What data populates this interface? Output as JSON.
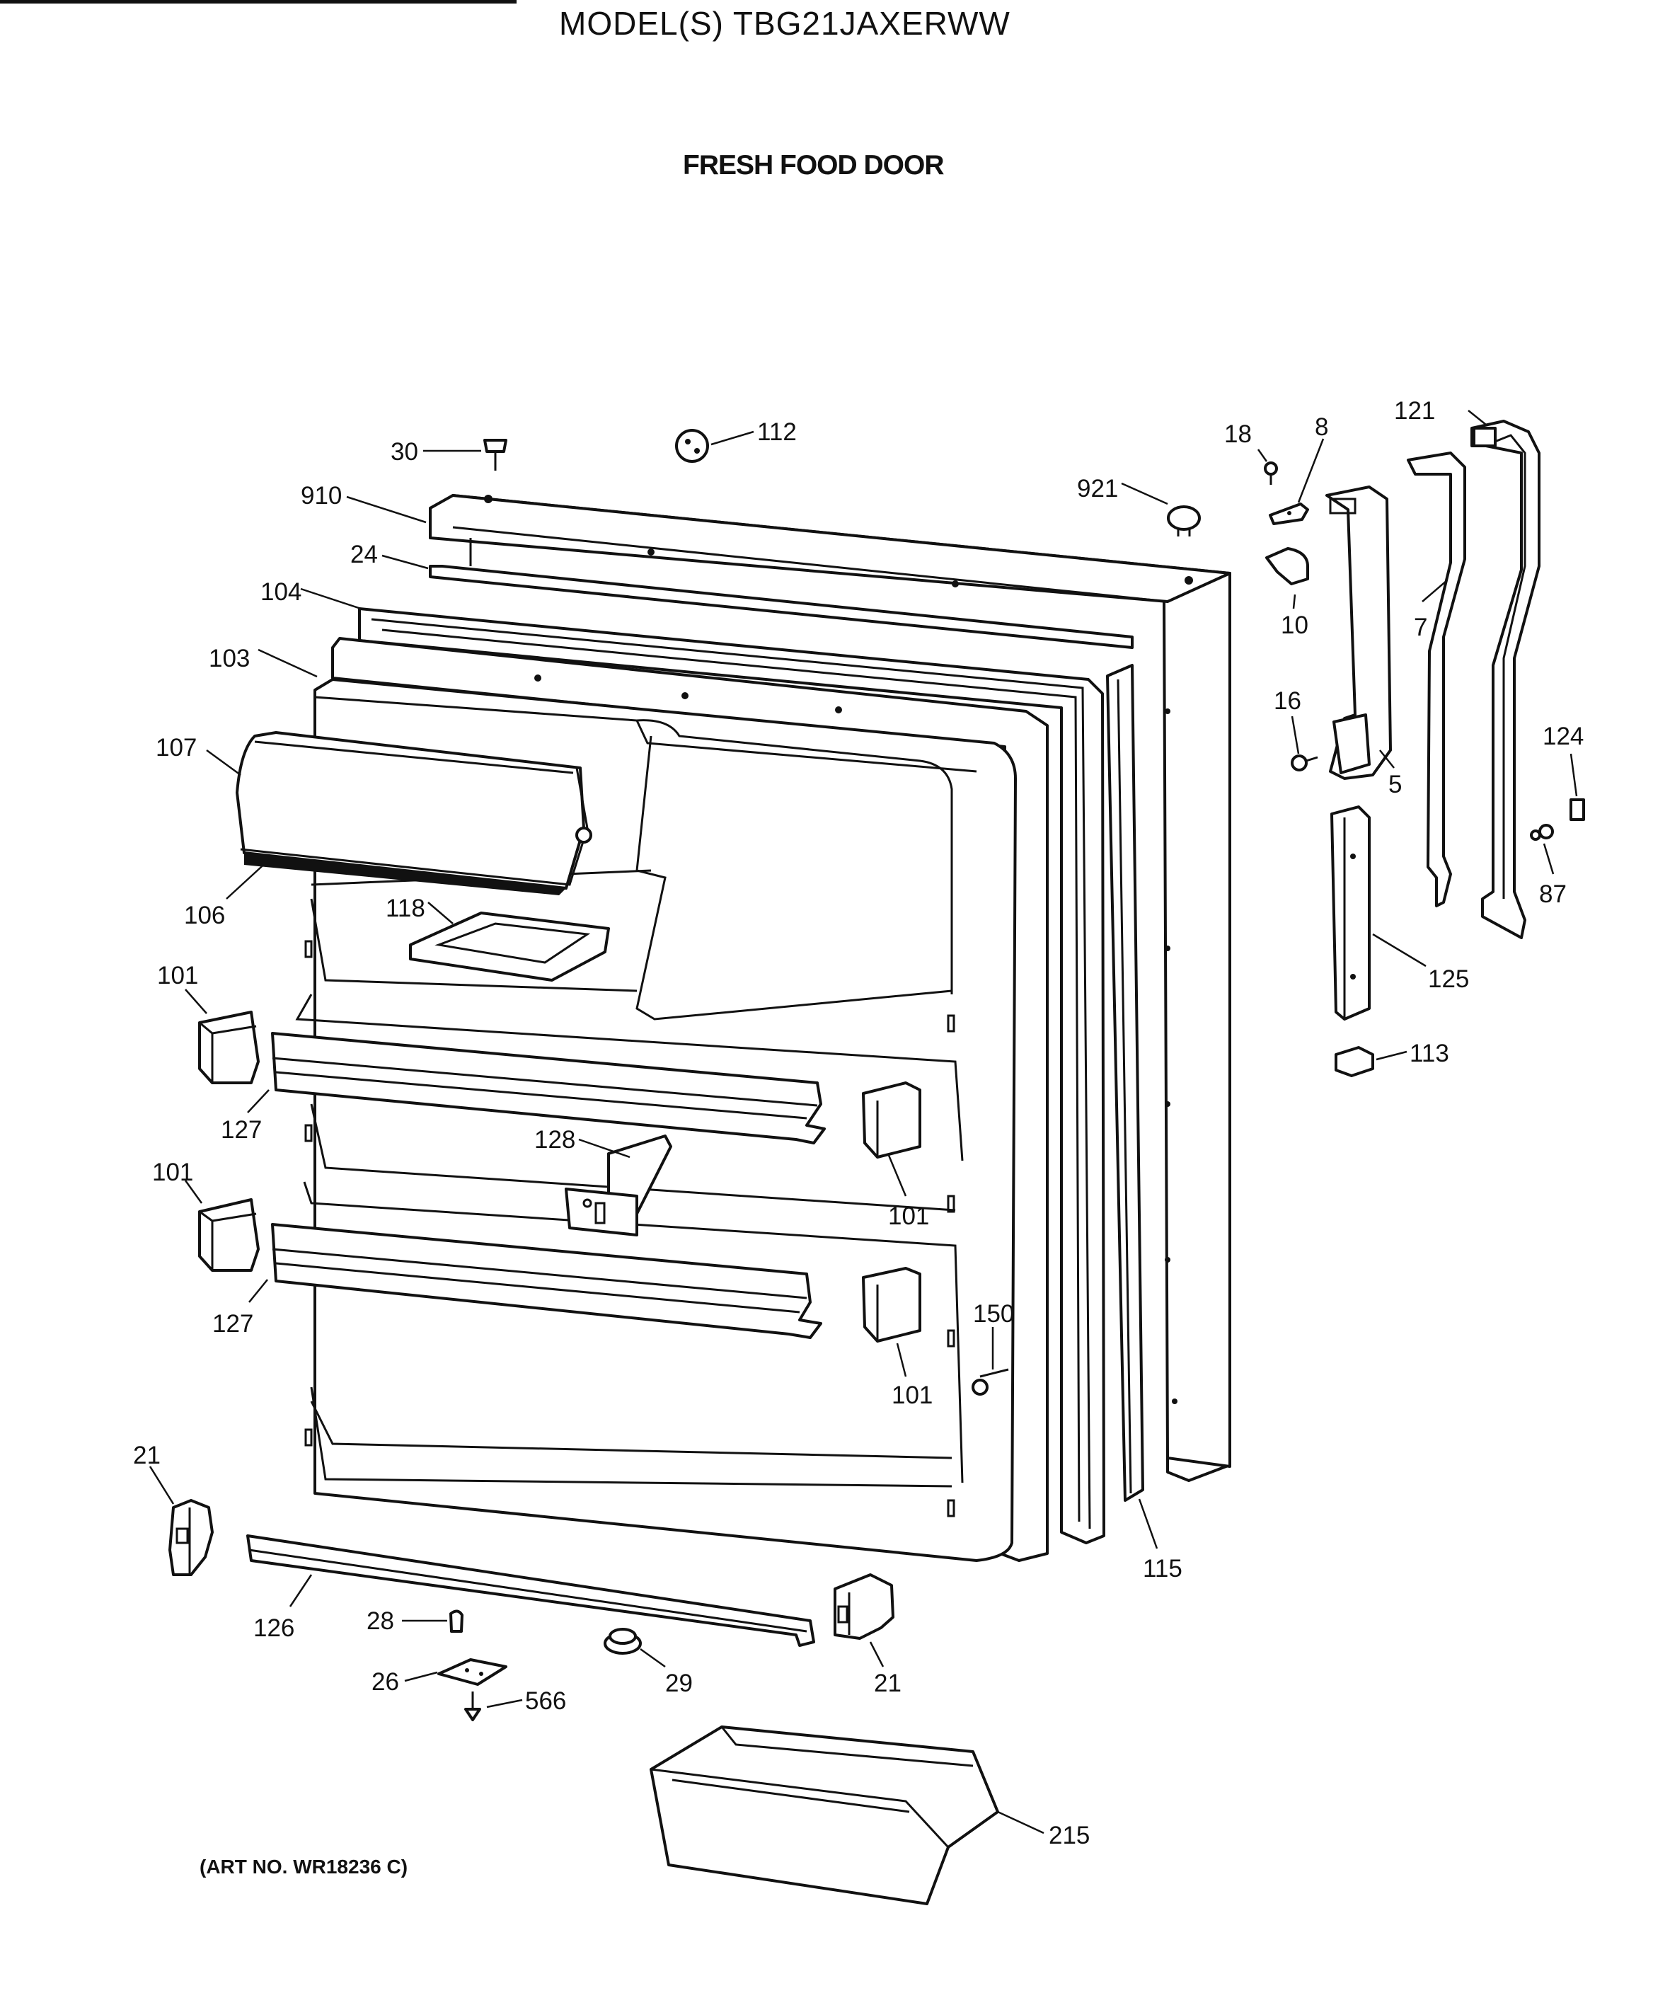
{
  "header": {
    "model": "MODEL(S) TBG21JAXERWW",
    "section": "FRESH FOOD DOOR"
  },
  "footer": {
    "art_no": "(ART NO. WR18236 C)"
  },
  "callouts": {
    "c30": "30",
    "c112": "112",
    "c910": "910",
    "c24": "24",
    "c104": "104",
    "c103": "103",
    "c107": "107",
    "c106": "106",
    "c118": "118",
    "c101a": "101",
    "c127a": "127",
    "c128": "128",
    "c101b": "101",
    "c101c": "101",
    "c127b": "127",
    "c101d": "101",
    "c150": "150",
    "c21a": "21",
    "c126": "126",
    "c28": "28",
    "c26": "26",
    "c566": "566",
    "c29": "29",
    "c21b": "21",
    "c215": "215",
    "c115": "115",
    "c921": "921",
    "c18": "18",
    "c8": "8",
    "c10": "10",
    "c16": "16",
    "c5": "5",
    "c121": "121",
    "c7": "7",
    "c124": "124",
    "c87": "87",
    "c125": "125",
    "c113": "113"
  }
}
